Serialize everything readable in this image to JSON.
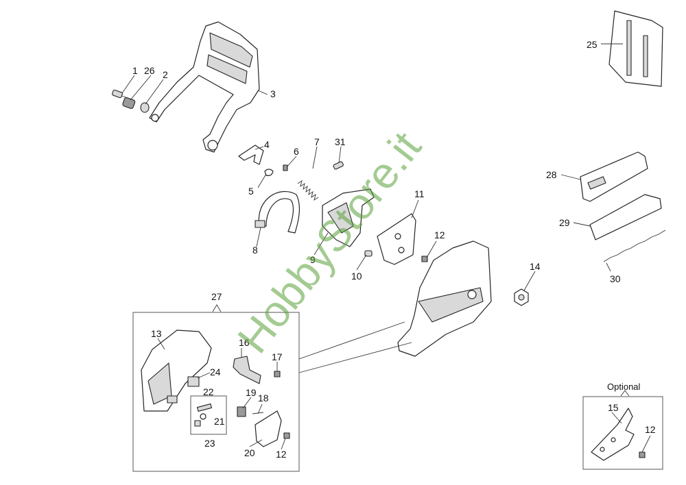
{
  "callouts": {
    "p1": "1",
    "p2": "2",
    "p3": "3",
    "p4": "4",
    "p5": "5",
    "p6": "6",
    "p7": "7",
    "p8": "8",
    "p9": "9",
    "p10": "10",
    "p11": "11",
    "p12a": "12",
    "p12b": "12",
    "p12c": "12",
    "p13": "13",
    "p14": "14",
    "p15": "15",
    "p16": "16",
    "p17": "17",
    "p18": "18",
    "p19": "19",
    "p20": "20",
    "p21": "21",
    "p22": "22",
    "p23": "23",
    "p24": "24",
    "p25": "25",
    "p26": "26",
    "p27": "27",
    "p28": "28",
    "p29": "29",
    "p30": "30",
    "p31": "31"
  },
  "optional_label": "Optional",
  "watermark": "HobbyStore.it",
  "colors": {
    "watermark": "#5aa23a",
    "line": "#222222",
    "fill_gray": "#d9d9d9"
  }
}
